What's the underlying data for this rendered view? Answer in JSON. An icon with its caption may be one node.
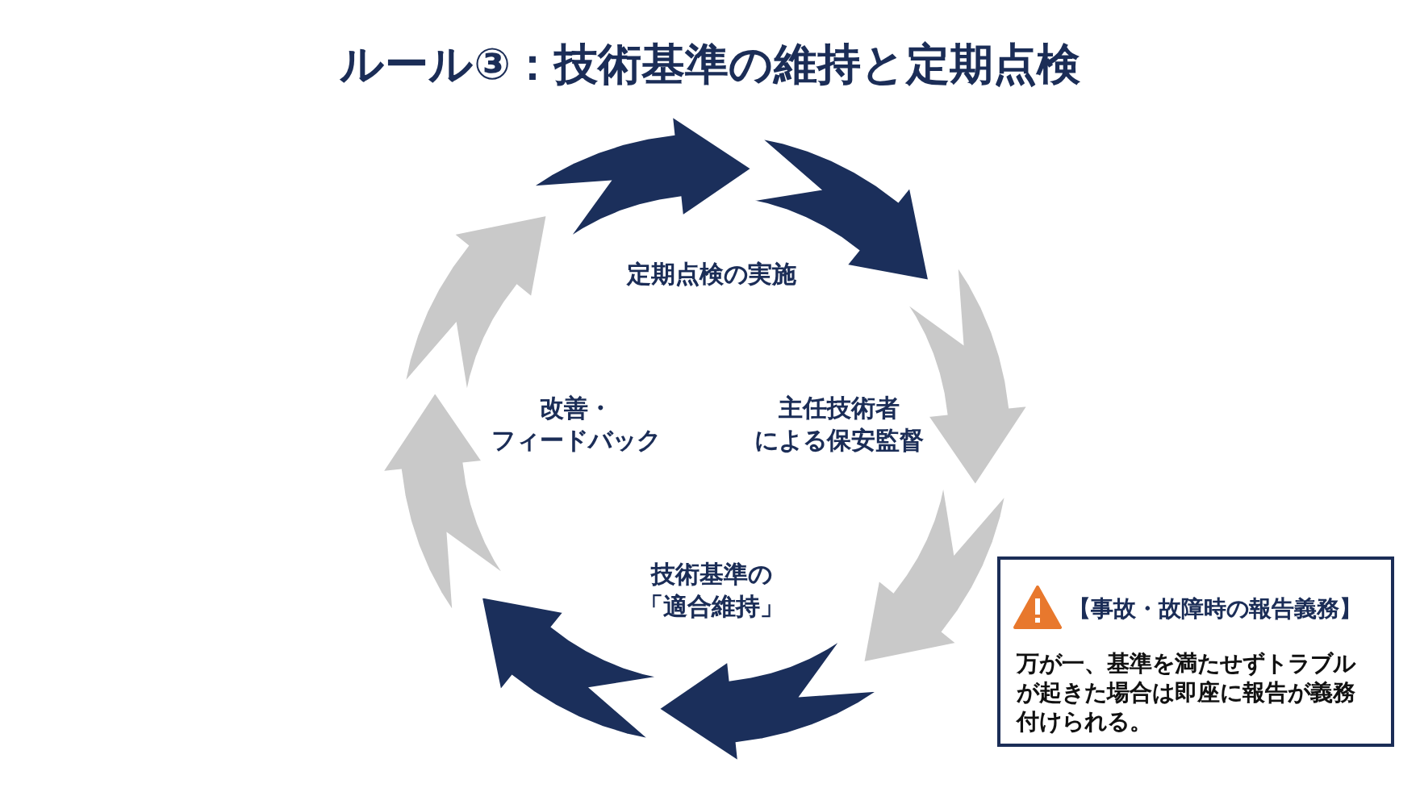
{
  "diagram": {
    "title": "ルール③：技術基準の維持と定期点検",
    "nodes": [
      {
        "text": [
          "【事故・故障時の報告義務】",
          "万が一、基準を満たせずトラブルが起きた場合は即座に報告が義務付けられる。"
        ]
      }
    ],
    "labels": [
      "定期点検の実施",
      "改善・フィードバック",
      "主任技術者による保安監督",
      "技術基準の「適合維持」"
    ]
  }
}
